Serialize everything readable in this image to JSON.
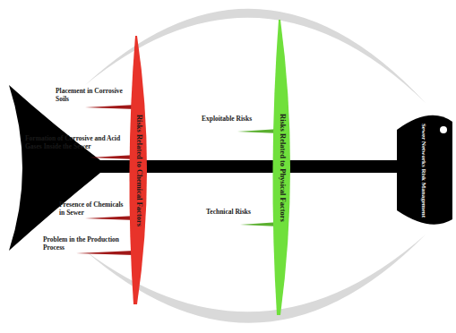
{
  "diagram": {
    "nodes": [
      {
        "text": [
          "Risks Related to Chemical Factors"
        ]
      },
      {
        "text": [
          "Risks Related to Physical Factors"
        ]
      },
      {
        "text": [
          "Sewer Networks Risk Management"
        ]
      }
    ],
    "labels": [
      "Placement in Corrosive Soils",
      "Formation of Corrosive and Acid Gases Inside the Sewer",
      "Exploitable Risks",
      "Presence of Chemicals in Sewer",
      "Technical Risks",
      "Problem in the Production Process"
    ]
  }
}
